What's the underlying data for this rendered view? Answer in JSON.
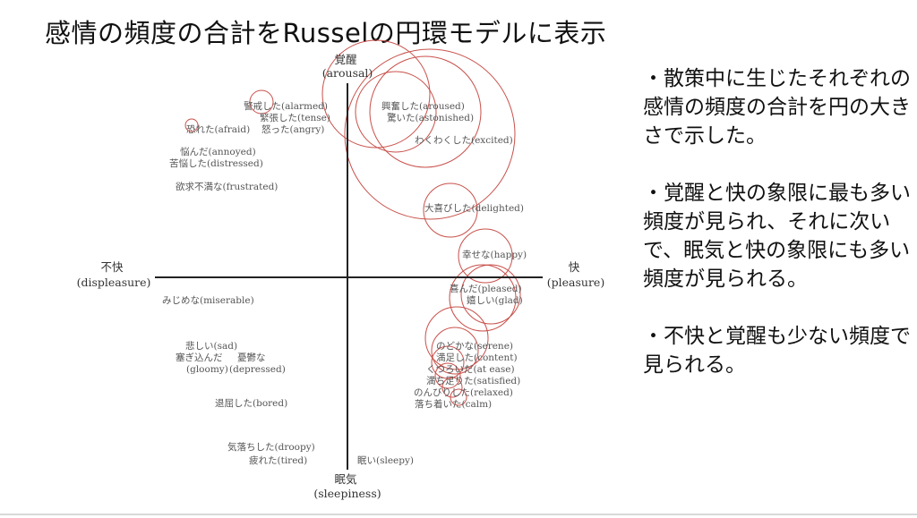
{
  "title": "感情の頻度の合計をRusselの円環モデルに表示",
  "notes": [
    "・散策中に生じたそれぞれの感情の頻度の合計を円の大きさで示した。",
    "・覚醒と快の象限に最も多い頻度が見られ、それに次いで、眠気と快の象限にも多い頻度が見られる。",
    "・不快と覚醒も少ない頻度で見られる。"
  ],
  "axes": {
    "top": [
      "覚醒",
      "(arousal)"
    ],
    "bottom": [
      "眠気",
      "(sleepiness)"
    ],
    "left": [
      "不快",
      "(displeasure)"
    ],
    "right": [
      "快",
      "(pleasure)"
    ]
  },
  "emotions": [
    "警戒した(alarmed)",
    "緊張した(tense)",
    "恐れた(afraid)",
    "怒った(angry)",
    "悩んだ(annoyed)",
    "苦悩した(distressed)",
    "欲求不満な(frustrated)",
    "興奮した(aroused)",
    "驚いた(astonished)",
    "わくわくした(excited)",
    "大喜びした(delighted)",
    "幸せな(happy)",
    "喜んだ(pleased)",
    "嬉しい(glad)",
    "みじめな(miserable)",
    "悲しい(sad)",
    "塞ぎ込んだ",
    "憂鬱な",
    "(gloomy)",
    "(depressed)",
    "退屈した(bored)",
    "気落ちした(droopy)",
    "疲れた(tired)",
    "眠い(sleepy)",
    "のどかな(serene)",
    "満足した(content)",
    "くつろいだ(at ease)",
    "満ち足りた(satisfied)",
    "のんびりした(relaxed)",
    "落ち着いた(calm)"
  ],
  "colors": {
    "circle": "#c8504a",
    "axis": "#222222",
    "text": "#555555"
  }
}
